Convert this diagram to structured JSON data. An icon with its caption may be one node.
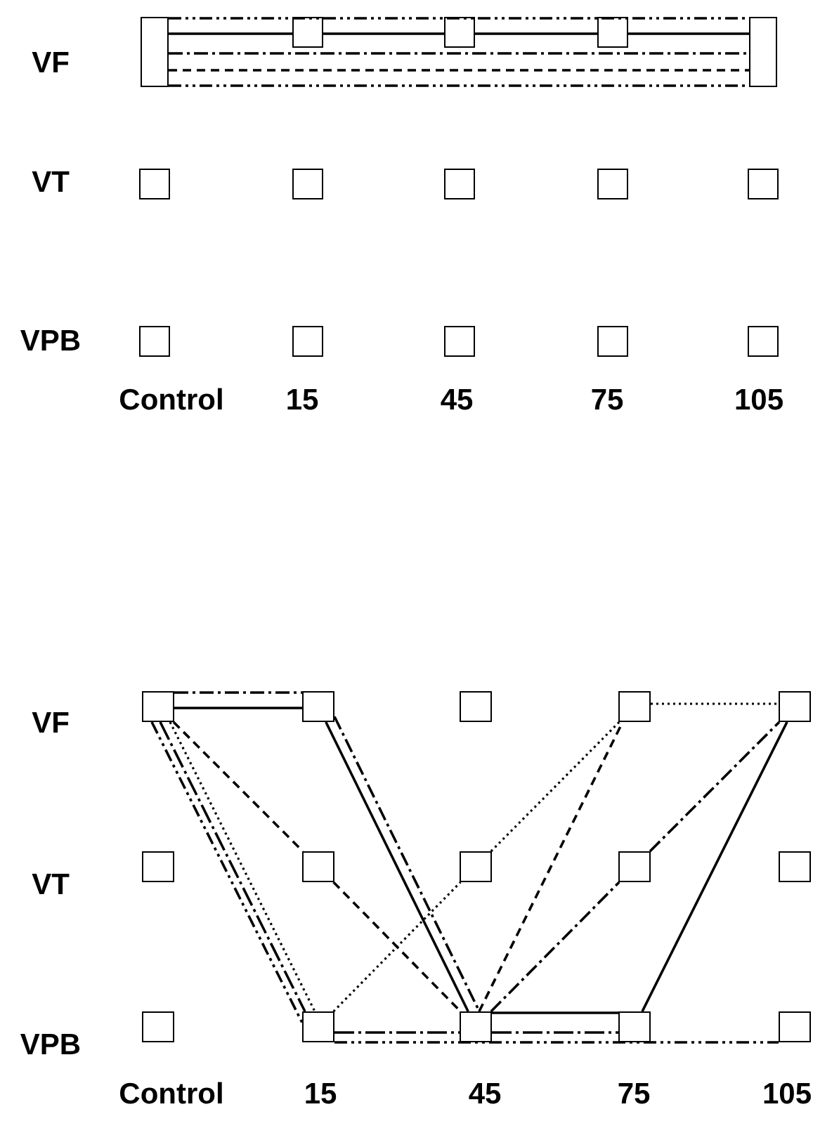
{
  "diagram": {
    "nodes": [
      {
        "text": [],
        "shape": "box"
      },
      {
        "text": [],
        "shape": "box"
      },
      {
        "text": [],
        "shape": "box"
      },
      {
        "text": [],
        "shape": "box"
      },
      {
        "text": [],
        "shape": "box"
      },
      {
        "text": [],
        "shape": "box"
      },
      {
        "text": [],
        "shape": "box"
      },
      {
        "text": [],
        "shape": "box"
      },
      {
        "text": [],
        "shape": "box"
      },
      {
        "text": [],
        "shape": "box"
      },
      {
        "text": [],
        "shape": "box"
      },
      {
        "text": [],
        "shape": "box"
      },
      {
        "text": [],
        "shape": "box"
      },
      {
        "text": [],
        "shape": "box"
      },
      {
        "text": [],
        "shape": "box"
      },
      {
        "text": [],
        "shape": "box"
      },
      {
        "text": [],
        "shape": "box"
      },
      {
        "text": [],
        "shape": "box"
      },
      {
        "text": [],
        "shape": "box"
      },
      {
        "text": [],
        "shape": "box"
      },
      {
        "text": [],
        "shape": "box"
      },
      {
        "text": [],
        "shape": "box"
      },
      {
        "text": [],
        "shape": "box"
      },
      {
        "text": [],
        "shape": "box"
      },
      {
        "text": [],
        "shape": "box"
      },
      {
        "text": [],
        "shape": "box"
      },
      {
        "text": [],
        "shape": "box"
      },
      {
        "text": [],
        "shape": "box"
      },
      {
        "text": [],
        "shape": "box"
      },
      {
        "text": [],
        "shape": "box"
      }
    ],
    "edges": [
      {
        "from": 0,
        "to": 4,
        "arrow": "none",
        "style": "dashed"
      },
      {
        "from": 0,
        "to": 1,
        "arrow": "none"
      },
      {
        "from": 1,
        "to": 2,
        "arrow": "none"
      },
      {
        "from": 2,
        "to": 3,
        "arrow": "none"
      },
      {
        "from": 3,
        "to": 4,
        "arrow": "none"
      },
      {
        "from": 0,
        "to": 4,
        "arrow": "none",
        "style": "dashed"
      },
      {
        "from": 0,
        "to": 4,
        "arrow": "none",
        "style": "dashed"
      },
      {
        "from": 0,
        "to": 4,
        "arrow": "none",
        "style": "dashed"
      },
      {
        "from": 15,
        "to": 16,
        "arrow": "none"
      },
      {
        "from": 16,
        "to": 27,
        "arrow": "none"
      },
      {
        "from": 27,
        "to": 28,
        "arrow": "none"
      },
      {
        "from": 28,
        "to": 19,
        "arrow": "none"
      },
      {
        "from": 15,
        "to": 26,
        "arrow": "none",
        "style": "dashed"
      },
      {
        "from": 26,
        "to": 22,
        "arrow": "none",
        "style": "dashed"
      },
      {
        "from": 22,
        "to": 18,
        "arrow": "none",
        "style": "dashed"
      },
      {
        "from": 18,
        "to": 19,
        "arrow": "none",
        "style": "dashed"
      },
      {
        "from": 15,
        "to": 21,
        "arrow": "none",
        "style": "dashed"
      },
      {
        "from": 21,
        "to": 27,
        "arrow": "none",
        "style": "dashed"
      },
      {
        "from": 27,
        "to": 18,
        "arrow": "none",
        "style": "dashed"
      },
      {
        "from": 15,
        "to": 16,
        "arrow": "none",
        "style": "dashed"
      },
      {
        "from": 16,
        "to": 27,
        "arrow": "none",
        "style": "dashed"
      },
      {
        "from": 27,
        "to": 23,
        "arrow": "none",
        "style": "dashed"
      },
      {
        "from": 23,
        "to": 19,
        "arrow": "none",
        "style": "dashed"
      },
      {
        "from": 15,
        "to": 26,
        "arrow": "none",
        "style": "dashed"
      },
      {
        "from": 26,
        "to": 27,
        "arrow": "none",
        "style": "dashed"
      },
      {
        "from": 27,
        "to": 28,
        "arrow": "none",
        "style": "dashed"
      },
      {
        "from": 15,
        "to": 26,
        "arrow": "none",
        "style": "dashed"
      },
      {
        "from": 26,
        "to": 29,
        "arrow": "none",
        "style": "dashed"
      }
    ],
    "labels": [
      "VF",
      "VT",
      "VPB",
      "Control",
      "15",
      "45",
      "75",
      "105",
      "VF",
      "VT",
      "VPB",
      "Control",
      "15",
      "45",
      "75",
      "105"
    ]
  }
}
